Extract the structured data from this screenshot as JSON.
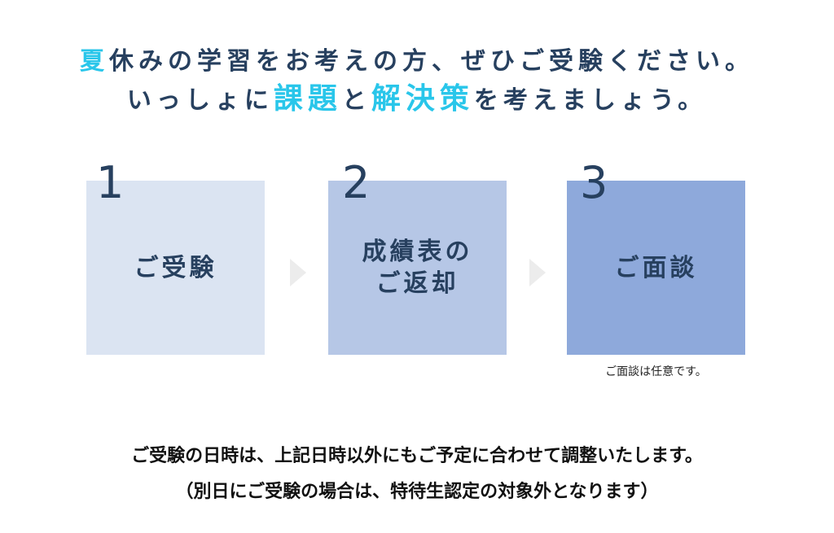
{
  "headline": {
    "line1_first_char": "夏",
    "line1_rest": "休みの学習をお考えの方、ぜひご受験ください。",
    "line2_part1": "いっしょに",
    "line2_highlight1": "課題",
    "line2_part2": "と",
    "line2_highlight2": "解決策",
    "line2_part3": "を考えましょう。"
  },
  "steps": [
    {
      "number": "1",
      "label": "ご受験"
    },
    {
      "number": "2",
      "label": "成績表の\nご返却"
    },
    {
      "number": "3",
      "label": "ご面談"
    }
  ],
  "note": "ご面談は任意です。",
  "footer": {
    "line1": "ご受験の日時は、上記日時以外にもご予定に合わせて調整いたします。",
    "line2": "（別日にご受験の場合は、特待生認定の対象外となります）"
  },
  "colors": {
    "accent": "#29c6ea",
    "text": "#27405f",
    "step1_bg": "#dbe4f2",
    "step2_bg": "#b6c7e6",
    "step3_bg": "#8ea9db"
  }
}
